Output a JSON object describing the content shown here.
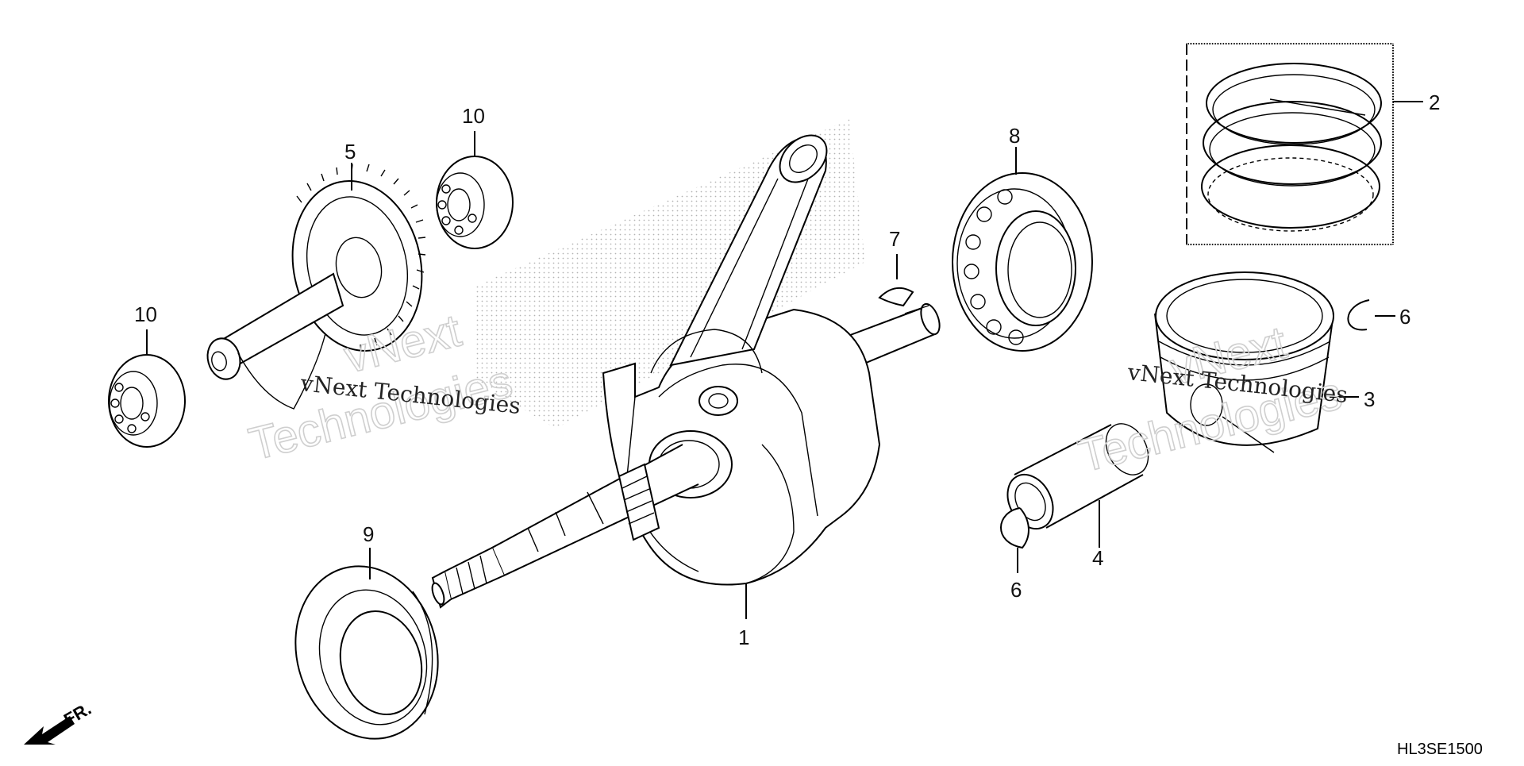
{
  "callouts": {
    "n1": "1",
    "n2": "2",
    "n3": "3",
    "n4": "4",
    "n5": "5",
    "n6a": "6",
    "n6b": "6",
    "n7": "7",
    "n8": "8",
    "n9": "9",
    "n10a": "10",
    "n10b": "10"
  },
  "watermark": {
    "serif_text": "vNext Technologies",
    "outline_line1": "vNext",
    "outline_line2": "Technologies"
  },
  "direction_label": "FR.",
  "diagram_code": "HL3SE1500"
}
